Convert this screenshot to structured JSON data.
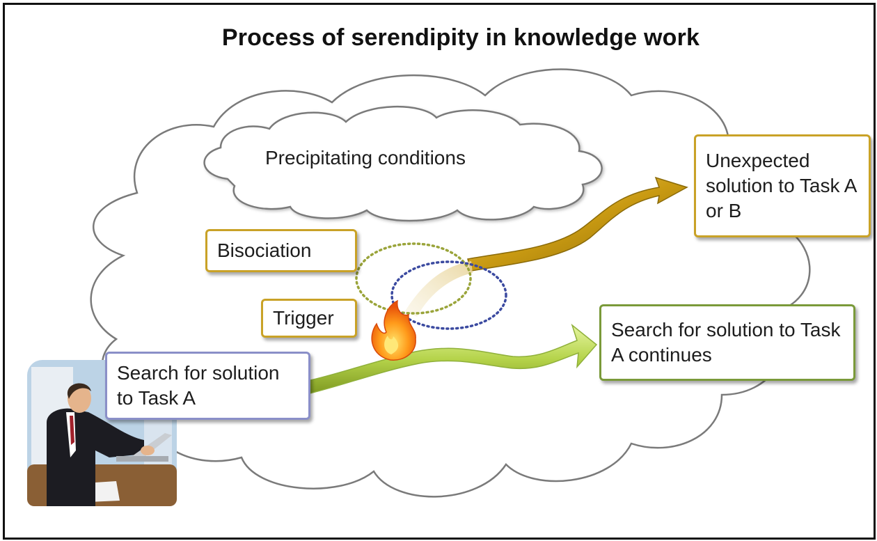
{
  "title": "Process of serendipity in knowledge work",
  "labels": {
    "precipitating": "Precipitating conditions",
    "bisociation": "Bisociation",
    "trigger": "Trigger",
    "task_a": "Search for solution to Task A",
    "continues": "Search for solution to Task A continues",
    "unexpected": "Unexpected solution to Task A or B"
  },
  "icons": {
    "fire": "fire-icon",
    "person": "person-at-laptop-icon"
  },
  "colors": {
    "gold_arrow": "#c9a020",
    "green_arrow": "#b8d84a",
    "bisociation_circle": "#9aa43a",
    "trigger_circle": "#3b4aa0"
  }
}
